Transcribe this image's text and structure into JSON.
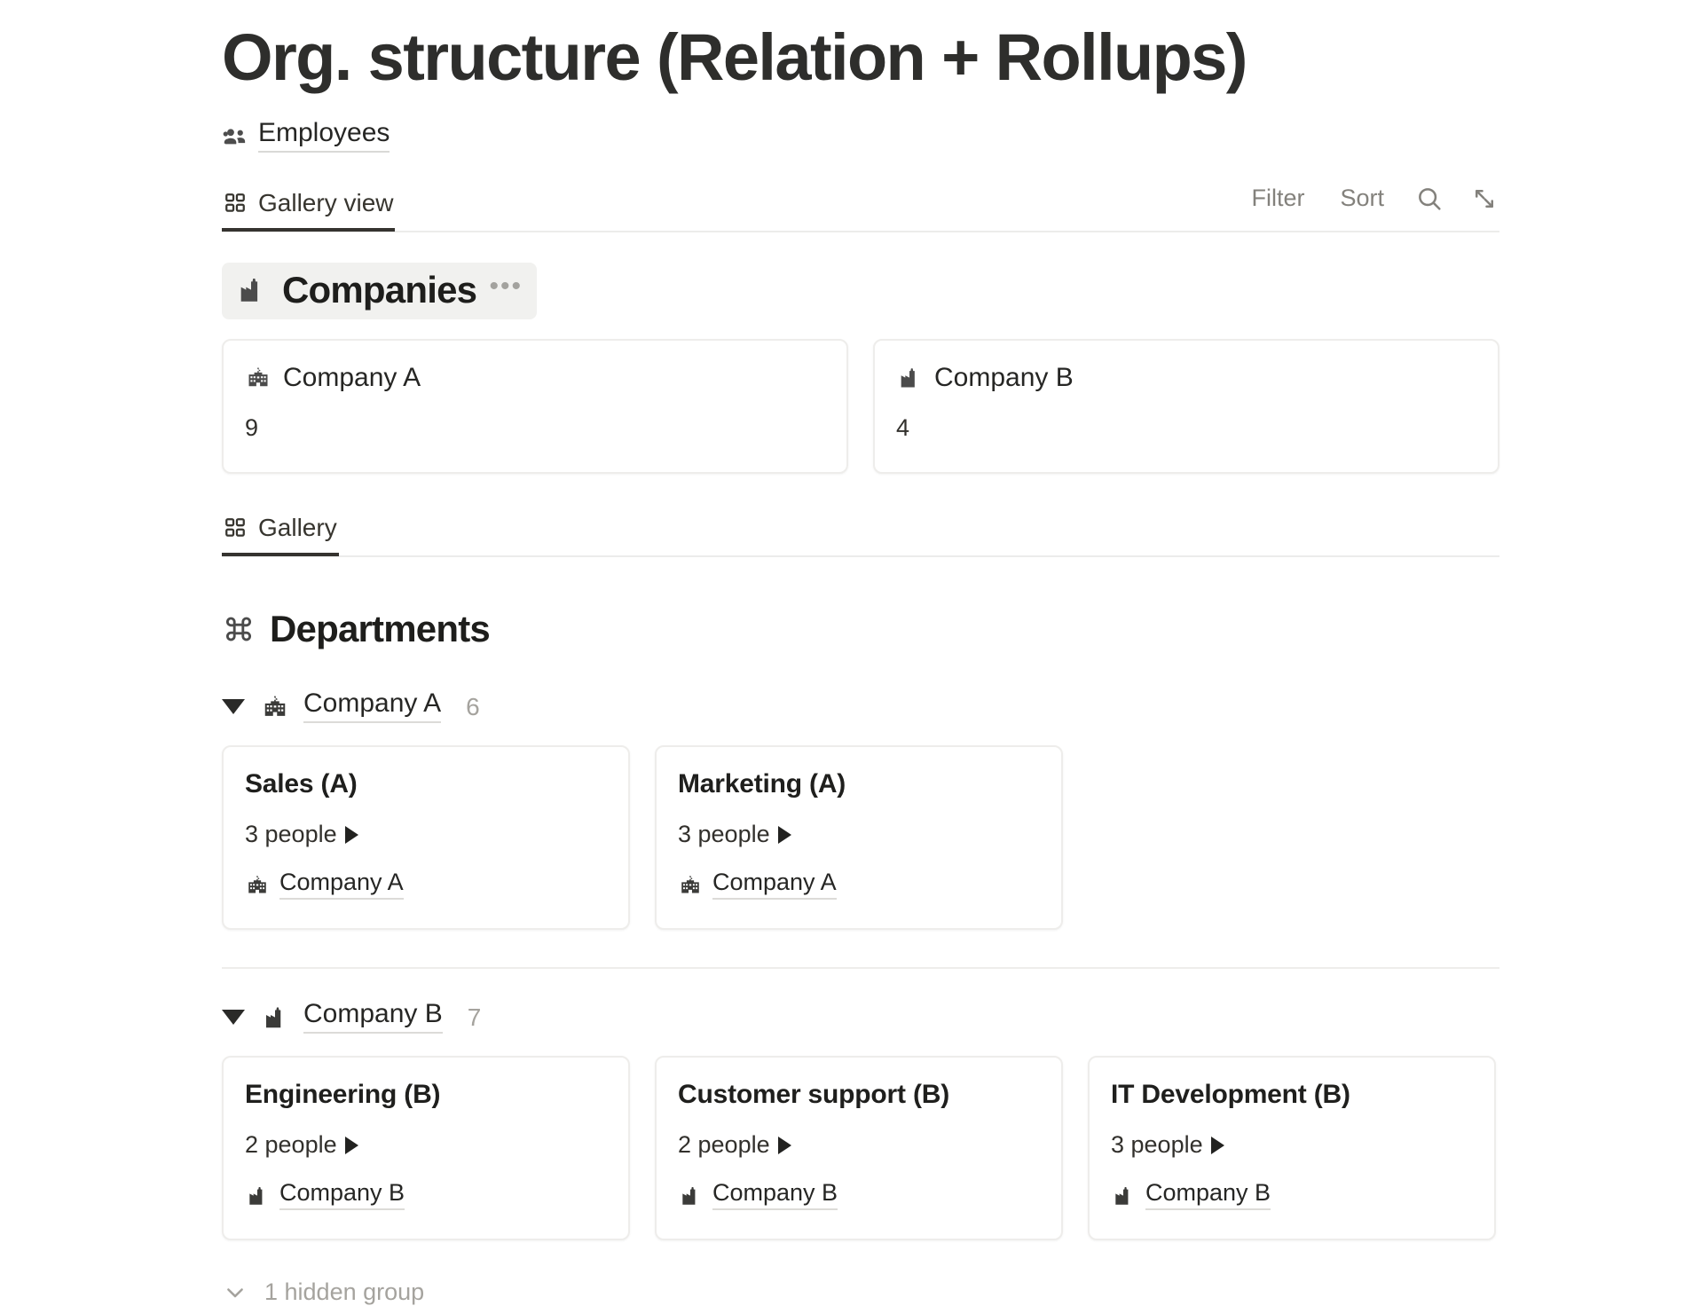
{
  "page": {
    "title": "Org. structure (Relation + Rollups)"
  },
  "breadcrumb": {
    "icon": "people-group-icon",
    "label": "Employees"
  },
  "toolbar": {
    "view_tab": {
      "icon": "gallery-grid-icon",
      "label": "Gallery view"
    },
    "filter_label": "Filter",
    "sort_label": "Sort",
    "search_icon": "search-icon",
    "expand_icon": "expand-diagonal-icon"
  },
  "companies_section": {
    "icon": "factory-building-icon",
    "title": "Companies",
    "menu_icon": "ellipsis-icon",
    "cards": [
      {
        "icon": "school-building-icon",
        "title": "Company A",
        "value": "9"
      },
      {
        "icon": "factory-building-icon",
        "title": "Company B",
        "value": "4"
      }
    ]
  },
  "gallery_tab": {
    "icon": "gallery-grid-icon",
    "label": "Gallery"
  },
  "departments_section": {
    "icon": "command-loop-icon",
    "title": "Departments",
    "groups": [
      {
        "icon": "school-building-icon",
        "label": "Company A",
        "count": "6",
        "cards": [
          {
            "title": "Sales (A)",
            "rollup": "3 people",
            "relation_icon": "school-building-icon",
            "relation": "Company A"
          },
          {
            "title": "Marketing (A)",
            "rollup": "3 people",
            "relation_icon": "school-building-icon",
            "relation": "Company A"
          }
        ]
      },
      {
        "icon": "factory-building-icon",
        "label": "Company B",
        "count": "7",
        "cards": [
          {
            "title": "Engineering (B)",
            "rollup": "2 people",
            "relation_icon": "factory-building-icon",
            "relation": "Company B"
          },
          {
            "title": "Customer support (B)",
            "rollup": "2 people",
            "relation_icon": "factory-building-icon",
            "relation": "Company B"
          },
          {
            "title": "IT Development (B)",
            "rollup": "3 people",
            "relation_icon": "factory-building-icon",
            "relation": "Company B"
          }
        ]
      }
    ]
  },
  "footer": {
    "chevron_icon": "chevron-down-icon",
    "hidden_group_label": "1 hidden group"
  },
  "colors": {
    "text": "#262624",
    "muted": "#a5a39e",
    "accent_underline": "#35332f",
    "card_border": "#eeedeb",
    "section_bg": "#f1f1ef"
  }
}
